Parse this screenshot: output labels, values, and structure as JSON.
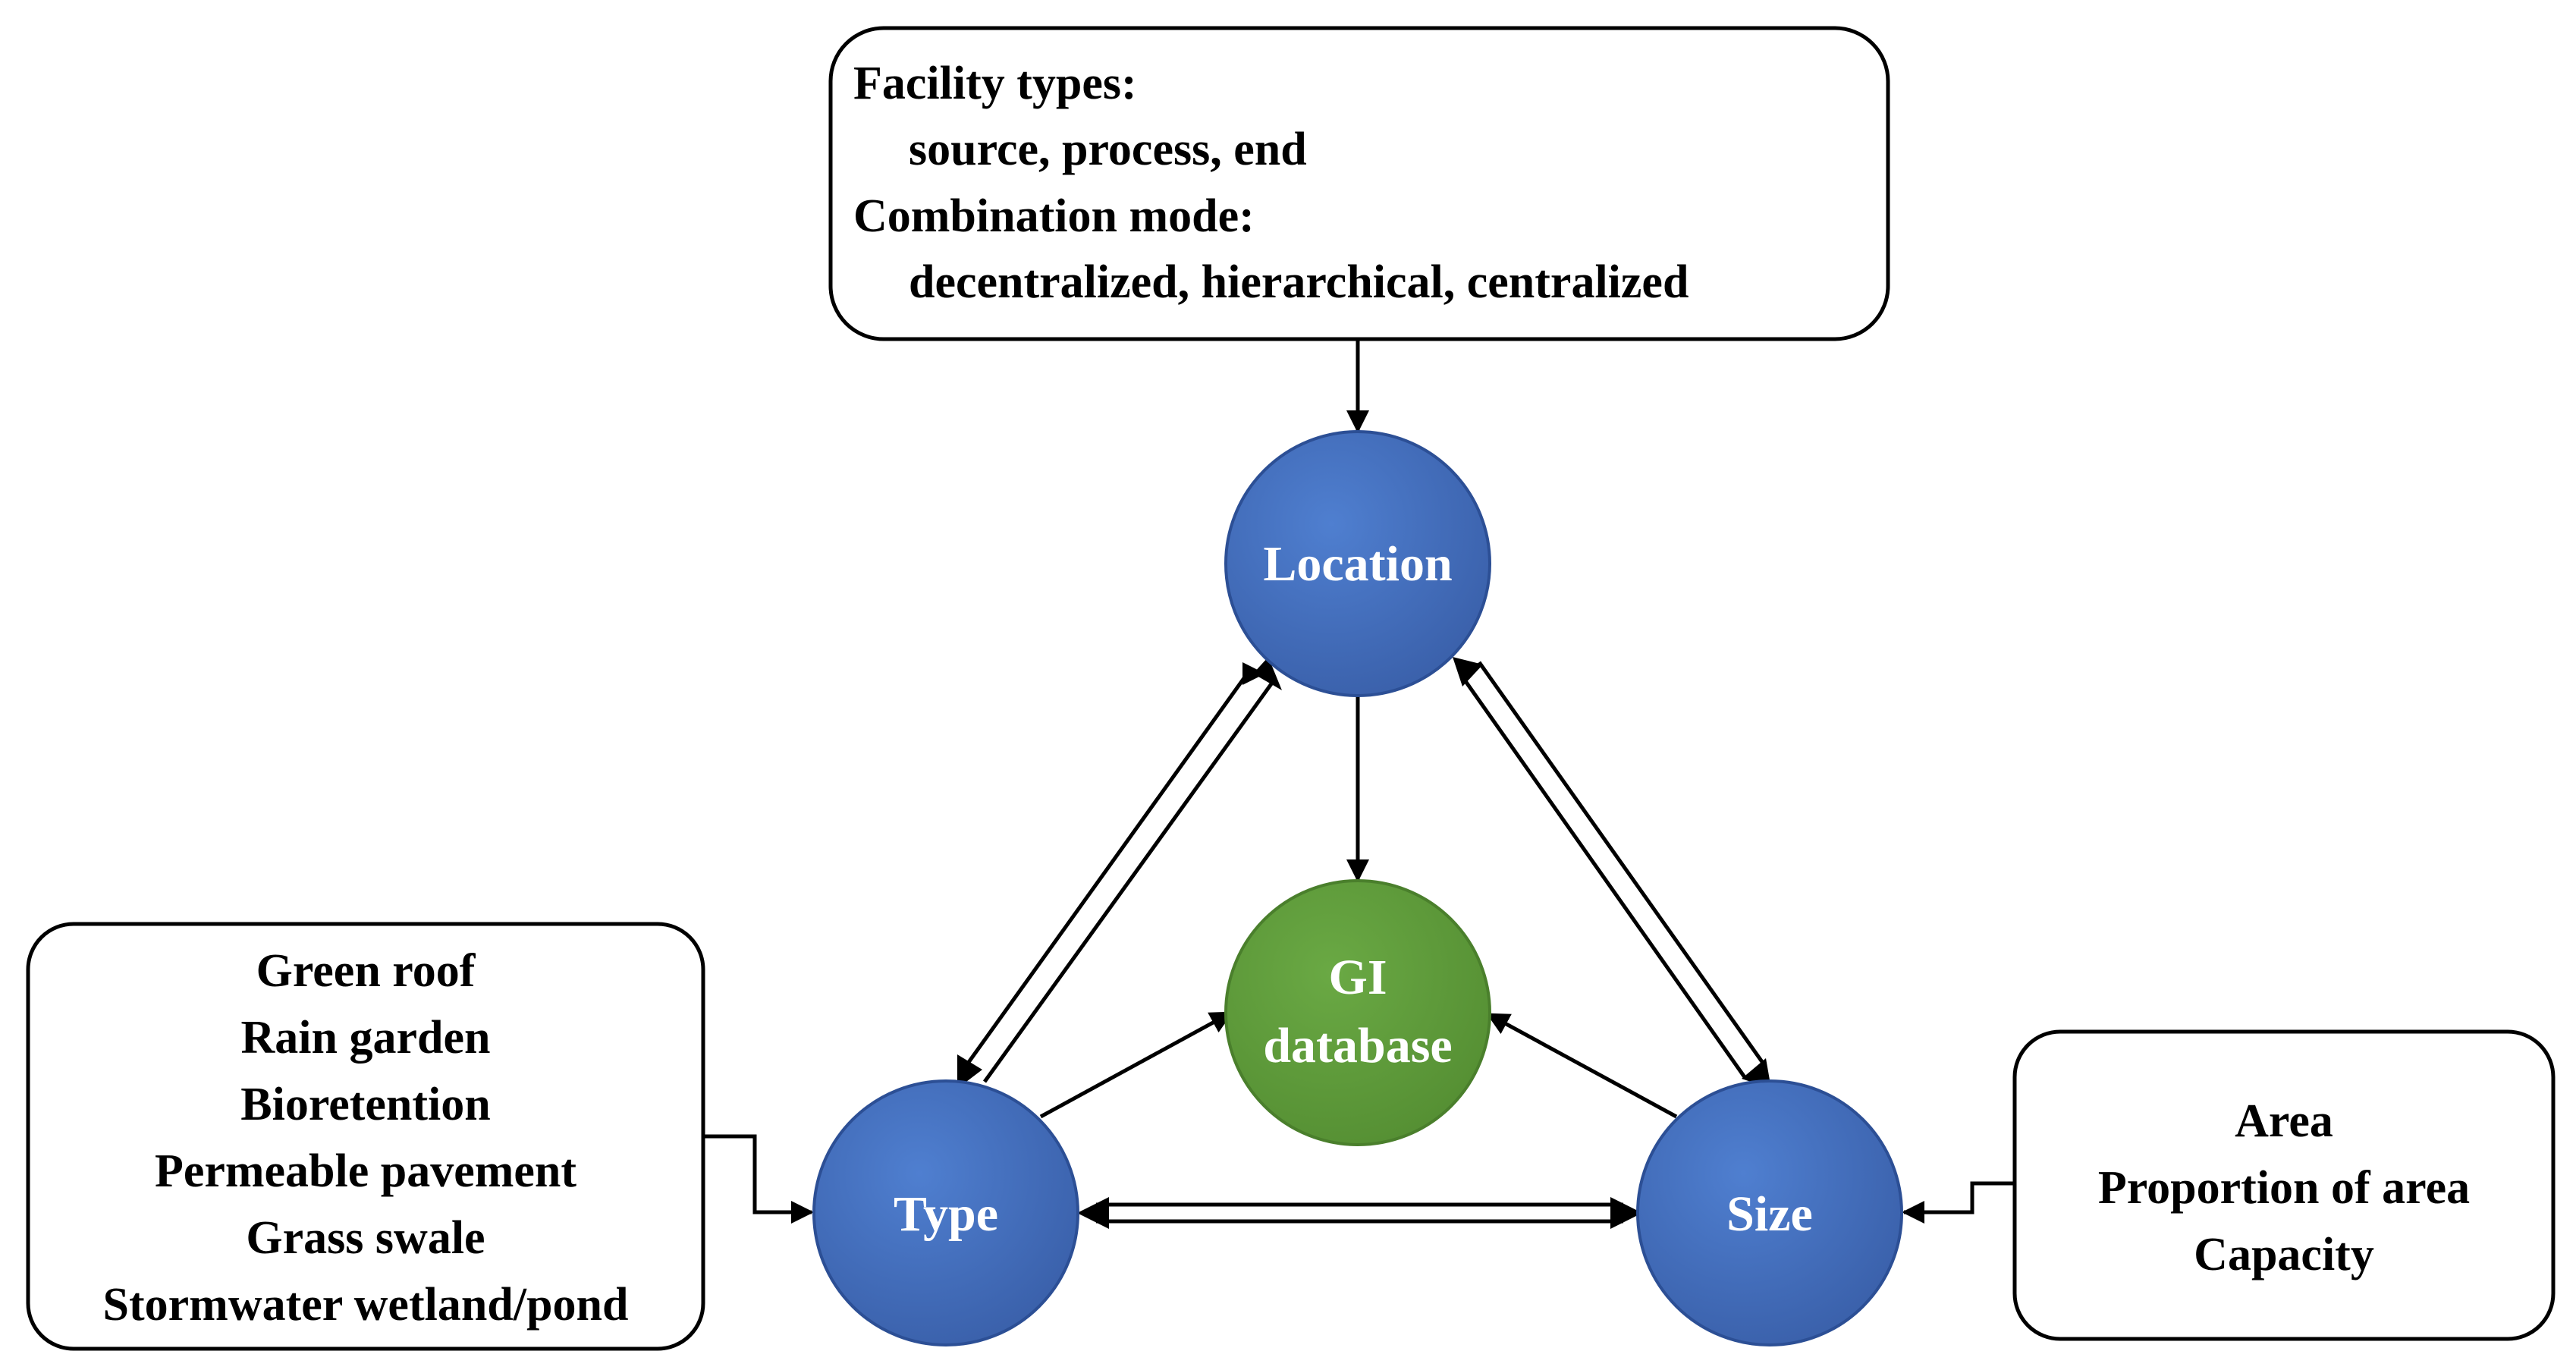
{
  "nodes": {
    "location": {
      "label": "Location",
      "color": "#3f68b6"
    },
    "type": {
      "label": "Type",
      "color": "#3f68b6"
    },
    "size": {
      "label": "Size",
      "color": "#3f68b6"
    },
    "gi_database": {
      "line1": "GI",
      "line2": "database",
      "color": "#5d9a3a"
    }
  },
  "top_box": {
    "line1": "Facility types:",
    "line2": "source, process, end",
    "line3": "Combination mode:",
    "line4": "decentralized, hierarchical, centralized"
  },
  "left_box": {
    "items": [
      "Green roof",
      "Rain garden",
      "Bioretention",
      "Permeable pavement",
      "Grass swale",
      "Stormwater wetland/pond"
    ]
  },
  "right_box": {
    "items": [
      "Area",
      "Proportion of area",
      "Capacity"
    ]
  }
}
